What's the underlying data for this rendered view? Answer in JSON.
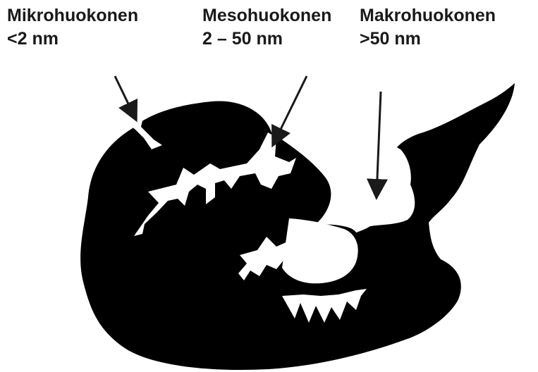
{
  "labels": [
    {
      "name": "Mikrohuokonen",
      "size": "<2 nm"
    },
    {
      "name": "Mesohuokonen",
      "size": "2 – 50 nm"
    },
    {
      "name": "Makrohuokonen",
      "size": ">50 nm"
    }
  ],
  "colors": {
    "particle": "#000000",
    "arrow": "#1a1a1a",
    "background": "#ffffff"
  }
}
